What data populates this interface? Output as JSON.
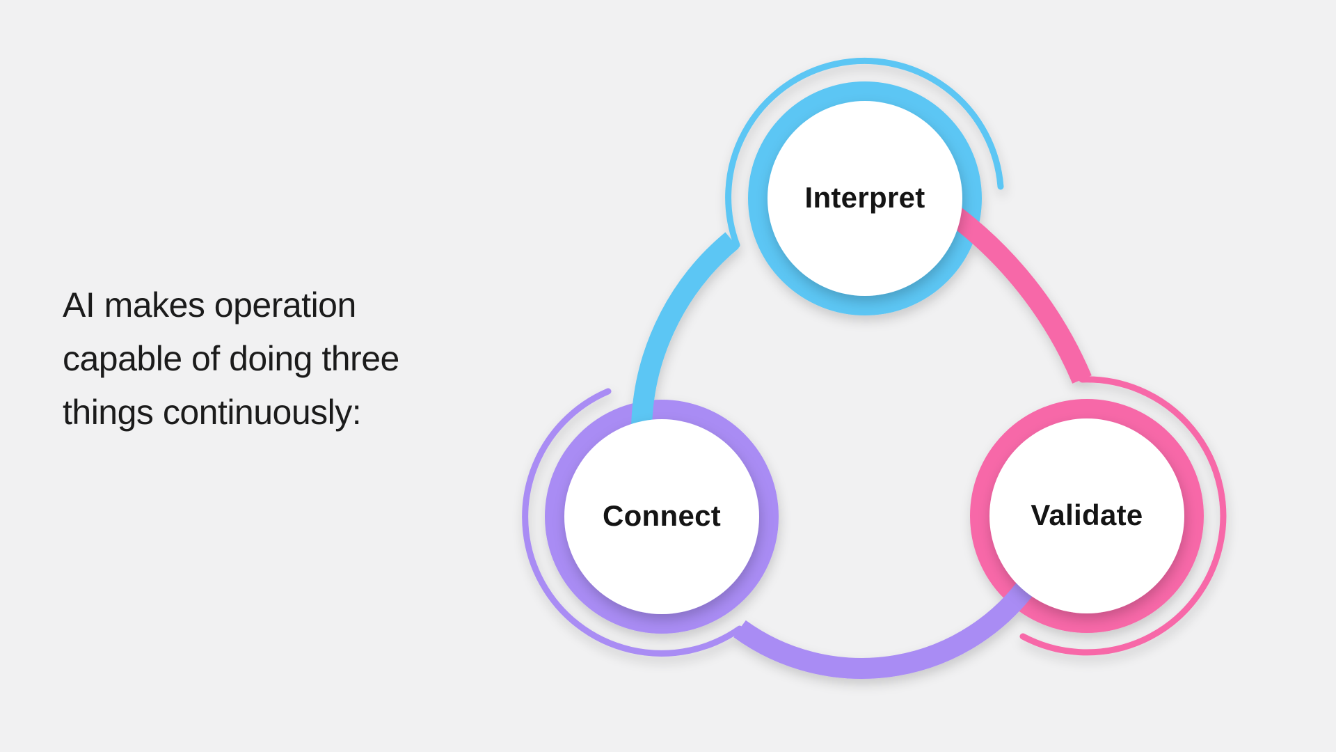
{
  "canvas": {
    "background": "#F1F1F2"
  },
  "intro": {
    "lines": [
      "AI makes operation",
      "capable of doing three",
      "things continuously:"
    ],
    "color": "#1B1B1B"
  },
  "diagram": {
    "node_fill": "#FFFFFF",
    "label_color": "#141414",
    "nodes": [
      {
        "id": "interpret",
        "label": "Interpret",
        "color": "#5BC6F4"
      },
      {
        "id": "connect",
        "label": "Connect",
        "color": "#A98CF4"
      },
      {
        "id": "validate",
        "label": "Validate",
        "color": "#F767A8"
      }
    ],
    "connections": [
      {
        "from": "interpret",
        "to": "connect",
        "color": "#5BC6F4"
      },
      {
        "from": "connect",
        "to": "validate",
        "color": "#A98CF4"
      },
      {
        "from": "validate",
        "to": "interpret",
        "color": "#F767A8"
      }
    ]
  }
}
